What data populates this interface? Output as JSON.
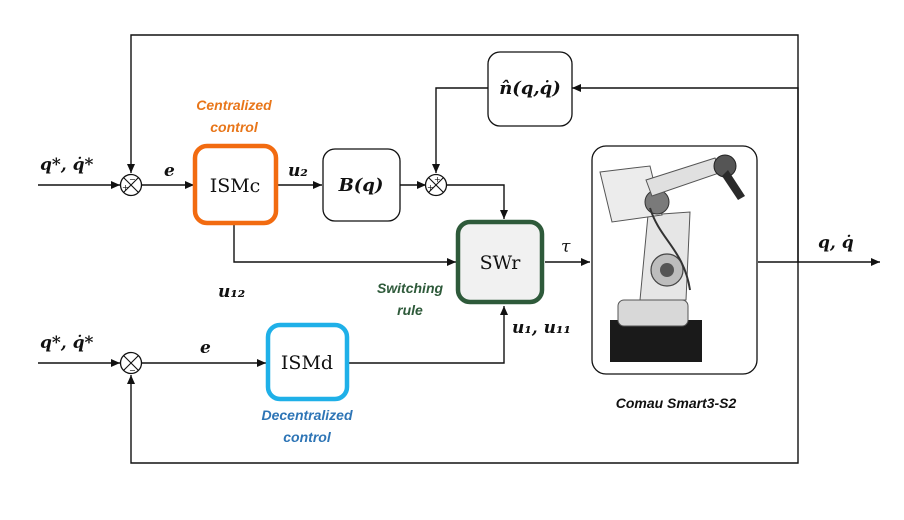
{
  "blocks": {
    "ismc": "ISMc",
    "ismd": "ISMd",
    "swr": "SWr",
    "b_of_q": "B(q)",
    "n_hat": "n̂(q,q̇)"
  },
  "signals": {
    "ref_top": "q*, q̇*",
    "ref_bottom": "q*, q̇*",
    "e_top": "e",
    "e_bottom": "e",
    "u2": "u₂",
    "u12": "u₁₂",
    "u1_u11": "u₁, u₁₁",
    "tau": "τ",
    "output": "q, q̇"
  },
  "annotations": {
    "centralized_line1": "Centralized",
    "centralized_line2": "control",
    "decentralized_line1": "Decentralized",
    "decentralized_line2": "control",
    "switching_line1": "Switching",
    "switching_line2": "rule",
    "robot_caption": "Comau Smart3-S2"
  },
  "colors": {
    "ismc_border": "#F26B10",
    "ismd_border": "#1FB0E8",
    "swr_border": "#2E5A3A",
    "centralized_text": "#E8761A",
    "decentralized_text": "#2E75B6",
    "switching_text": "#2E5A3A"
  }
}
